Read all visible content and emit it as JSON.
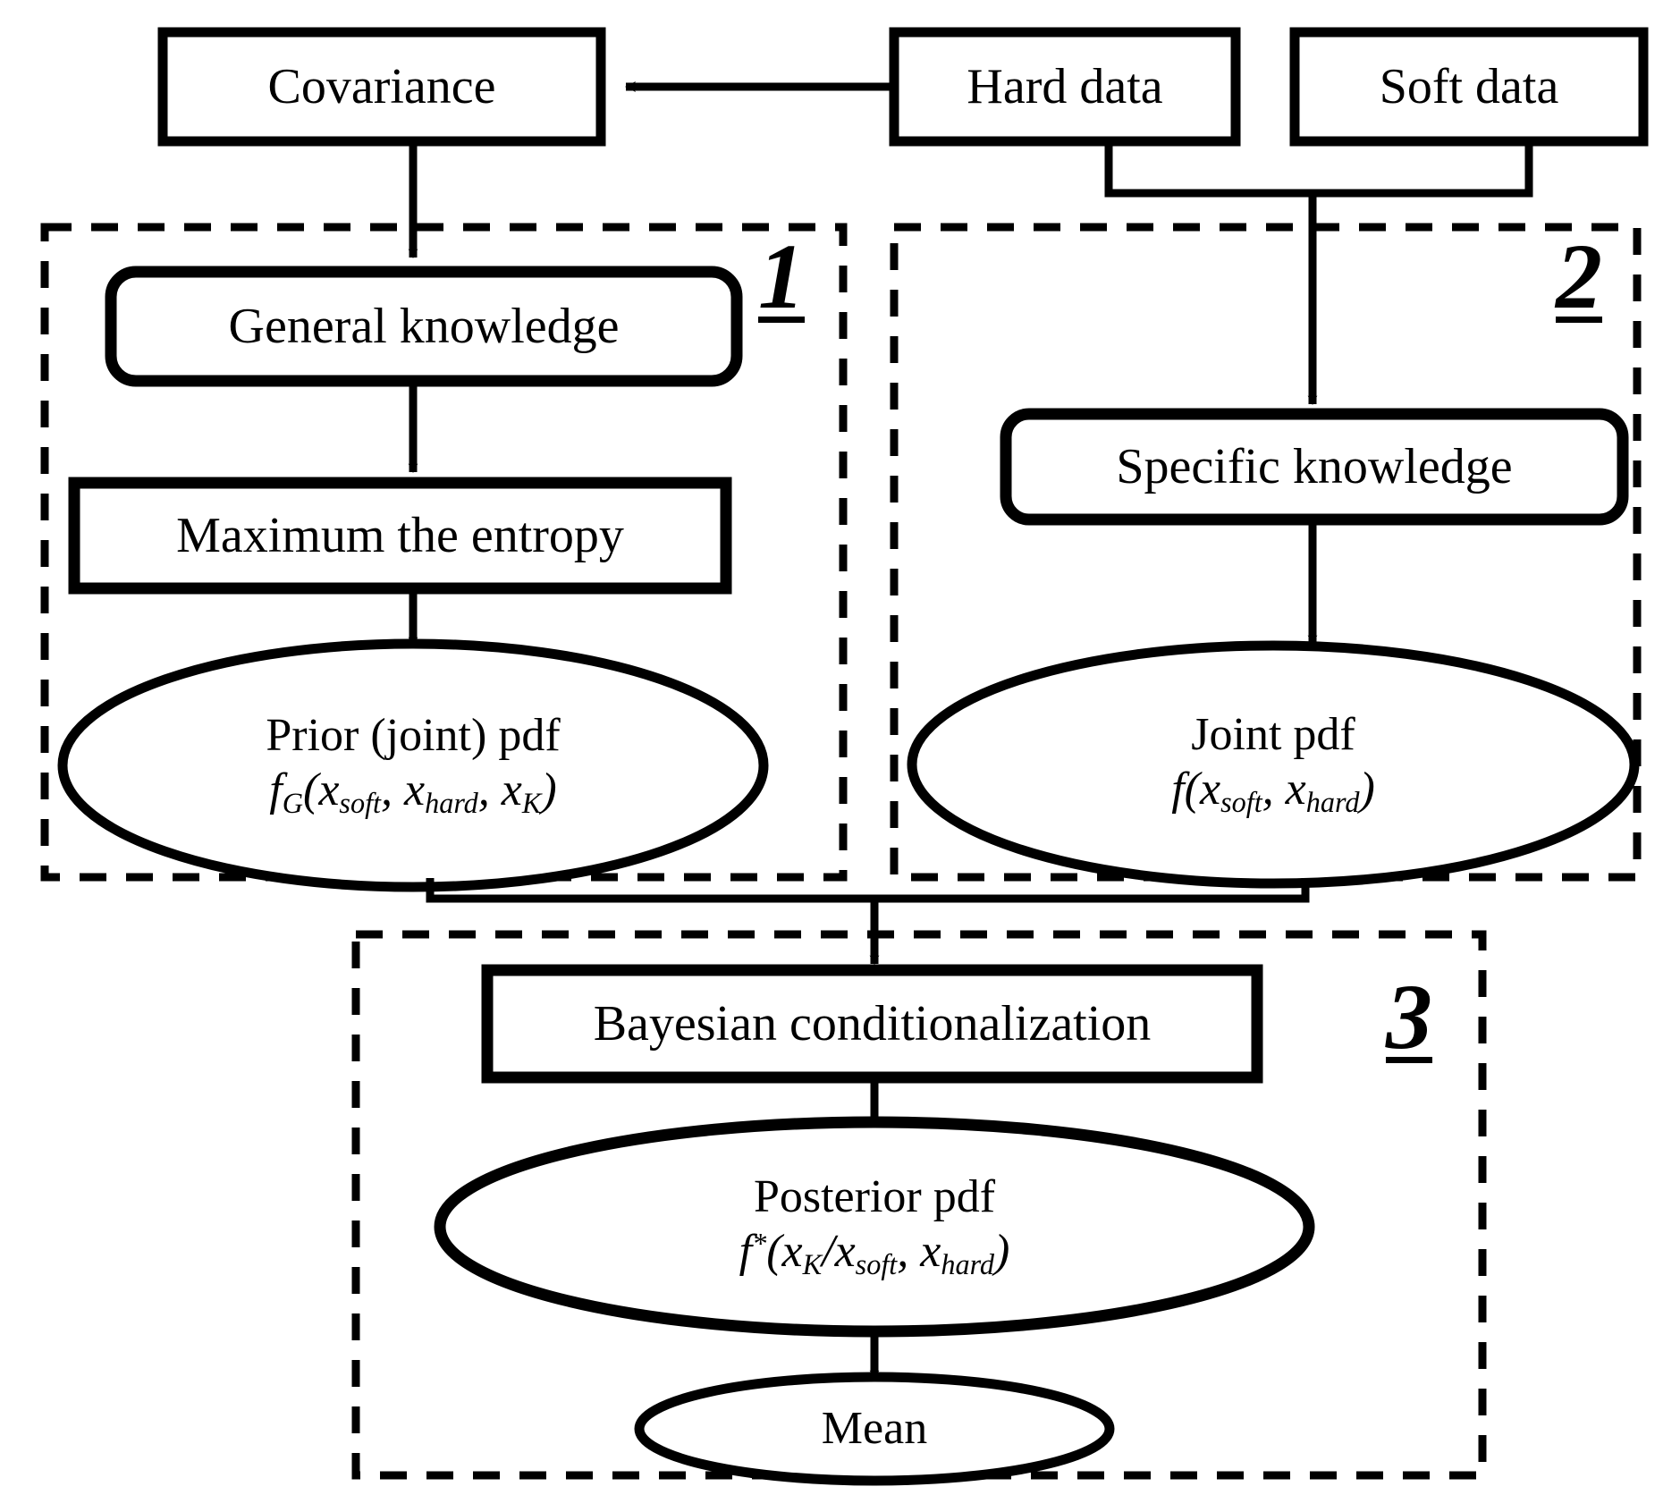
{
  "diagram": {
    "title": "BME (Bayesian Maximum Entropy) processing flowchart",
    "stroke_color": "#000000",
    "fill_color": "#ffffff",
    "background": "#ffffff"
  },
  "nodes": {
    "covariance": {
      "label": "Covariance",
      "shape": "rect"
    },
    "hard_data": {
      "label": "Hard data",
      "shape": "rect"
    },
    "soft_data": {
      "label": "Soft data",
      "shape": "rect"
    },
    "general_knowledge": {
      "label": "General knowledge",
      "shape": "rounded-rect"
    },
    "maximum_entropy": {
      "label": "Maximum the entropy",
      "shape": "rect"
    },
    "specific_knowledge": {
      "label": "Specific knowledge",
      "shape": "rounded-rect"
    },
    "prior_pdf": {
      "label": "Prior (joint) pdf",
      "formula": "f_G(x_soft, x_hard, x_K)",
      "formula_parts": {
        "fn": "f",
        "fn_sub": "G",
        "args": [
          "x_soft",
          "x_hard",
          "x_K"
        ]
      },
      "shape": "ellipse"
    },
    "joint_pdf": {
      "label": "Joint pdf",
      "formula": "f(x_soft, x_hard)",
      "formula_parts": {
        "fn": "f",
        "fn_sub": "",
        "args": [
          "x_soft",
          "x_hard"
        ]
      },
      "shape": "ellipse"
    },
    "bayesian_conditionalization": {
      "label": "Bayesian conditionalization",
      "shape": "rect"
    },
    "posterior_pdf": {
      "label": "Posterior pdf",
      "formula": "f*(x_K/x_soft, x_hard)",
      "formula_parts": {
        "fn": "f",
        "fn_sup": "*",
        "args": [
          "x_K",
          "x_soft",
          "x_hard"
        ]
      },
      "shape": "ellipse"
    },
    "mean": {
      "label": "Mean",
      "shape": "ellipse"
    }
  },
  "panels": [
    {
      "id": "panel-1",
      "number": "1",
      "style": "dashed"
    },
    {
      "id": "panel-2",
      "number": "2",
      "style": "dashed"
    },
    {
      "id": "panel-3",
      "number": "3",
      "style": "dashed"
    }
  ],
  "edges": [
    {
      "from": "hard_data",
      "to": "covariance"
    },
    {
      "from": "covariance",
      "to": "general_knowledge"
    },
    {
      "from": "general_knowledge",
      "to": "maximum_entropy"
    },
    {
      "from": "maximum_entropy",
      "to": "prior_pdf"
    },
    {
      "from": "hard_data",
      "to": "specific_knowledge"
    },
    {
      "from": "soft_data",
      "to": "specific_knowledge"
    },
    {
      "from": "specific_knowledge",
      "to": "joint_pdf"
    },
    {
      "from": "prior_pdf",
      "to": "bayesian_conditionalization"
    },
    {
      "from": "joint_pdf",
      "to": "bayesian_conditionalization"
    },
    {
      "from": "bayesian_conditionalization",
      "to": "posterior_pdf"
    },
    {
      "from": "posterior_pdf",
      "to": "mean"
    }
  ],
  "formula_glyphs": {
    "x": "x",
    "comma": ",",
    "slash": "/",
    "lparen": "(",
    "rparen": ")",
    "soft": "soft",
    "hard": "hard",
    "K": "K",
    "G": "G",
    "star": "*",
    "f": "f"
  }
}
